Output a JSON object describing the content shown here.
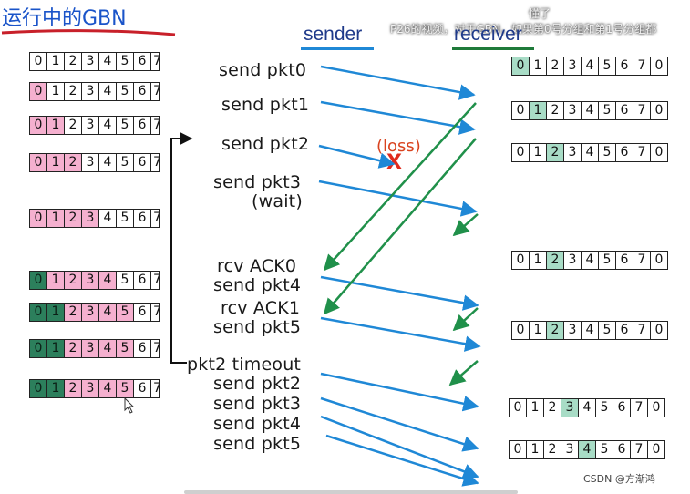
{
  "title": "运行中的GBN",
  "overlay_lines": [
    "懂了",
    "P26的视频，对于GBN，如果第0号分组和第1号分组都"
  ],
  "watermark": "CSDN @方渐鸿",
  "sender_header": "sender",
  "receiver_header": "receiver",
  "sender_labels": [
    "send pkt0",
    "send pkt1",
    "send pkt2",
    "send pkt3",
    "(wait)",
    "rcv ACK0",
    "send pkt4",
    "rcv ACK1",
    "send pkt5",
    "pkt2 timeout",
    "send pkt2",
    "send pkt3",
    "send pkt4",
    "send pkt5"
  ],
  "loss_label": "(loss)",
  "loss_mark": "X",
  "colors": {
    "title": "#1a54c9",
    "header_line_sender": "#1f88d6",
    "header_line_receiver": "#1f7a3a",
    "data_arrow": "#1f88d6",
    "ack_arrow": "#20904a",
    "annotation_red": "#c8202a",
    "loss": "#d9431f",
    "pink": "#f5b0cf",
    "dark_green": "#2c7f5c",
    "light_green": "#a8dcc6"
  },
  "sender_windows": [
    {
      "cells": [
        "0",
        "1",
        "2",
        "3",
        "4",
        "5",
        "6",
        "7"
      ],
      "states": [
        "w",
        "w",
        "w",
        "w",
        "w",
        "w",
        "w",
        "w"
      ]
    },
    {
      "cells": [
        "0",
        "1",
        "2",
        "3",
        "4",
        "5",
        "6",
        "7"
      ],
      "states": [
        "p",
        "w",
        "w",
        "w",
        "w",
        "w",
        "w",
        "w"
      ]
    },
    {
      "cells": [
        "0",
        "1",
        "2",
        "3",
        "4",
        "5",
        "6",
        "7"
      ],
      "states": [
        "p",
        "p",
        "w",
        "w",
        "w",
        "w",
        "w",
        "w"
      ]
    },
    {
      "cells": [
        "0",
        "1",
        "2",
        "3",
        "4",
        "5",
        "6",
        "7"
      ],
      "states": [
        "p",
        "p",
        "p",
        "w",
        "w",
        "w",
        "w",
        "w"
      ]
    },
    {
      "cells": [
        "0",
        "1",
        "2",
        "3",
        "4",
        "5",
        "6",
        "7"
      ],
      "states": [
        "p",
        "p",
        "p",
        "p",
        "w",
        "w",
        "w",
        "w"
      ]
    },
    {
      "cells": [
        "0",
        "1",
        "2",
        "3",
        "4",
        "5",
        "6",
        "7"
      ],
      "states": [
        "d",
        "p",
        "p",
        "p",
        "p",
        "w",
        "w",
        "w"
      ]
    },
    {
      "cells": [
        "0",
        "1",
        "2",
        "3",
        "4",
        "5",
        "6",
        "7"
      ],
      "states": [
        "d",
        "d",
        "p",
        "p",
        "p",
        "p",
        "w",
        "w"
      ]
    },
    {
      "cells": [
        "0",
        "1",
        "2",
        "3",
        "4",
        "5",
        "6",
        "7"
      ],
      "states": [
        "d",
        "d",
        "p",
        "p",
        "p",
        "p",
        "w",
        "w"
      ]
    },
    {
      "cells": [
        "0",
        "1",
        "2",
        "3",
        "4",
        "5",
        "6",
        "7"
      ],
      "states": [
        "d",
        "d",
        "p",
        "p",
        "p",
        "p",
        "w",
        "w"
      ]
    }
  ],
  "receiver_windows": [
    {
      "cells": [
        "0",
        "1",
        "2",
        "3",
        "4",
        "5",
        "6",
        "7",
        "0"
      ],
      "states": [
        "l",
        "w",
        "w",
        "w",
        "w",
        "w",
        "w",
        "w",
        "w"
      ]
    },
    {
      "cells": [
        "0",
        "1",
        "2",
        "3",
        "4",
        "5",
        "6",
        "7",
        "0"
      ],
      "states": [
        "w",
        "l",
        "w",
        "w",
        "w",
        "w",
        "w",
        "w",
        "w"
      ]
    },
    {
      "cells": [
        "0",
        "1",
        "2",
        "3",
        "4",
        "5",
        "6",
        "7",
        "0"
      ],
      "states": [
        "w",
        "w",
        "l",
        "w",
        "w",
        "w",
        "w",
        "w",
        "w"
      ]
    },
    {
      "cells": [
        "0",
        "1",
        "2",
        "3",
        "4",
        "5",
        "6",
        "7",
        "0"
      ],
      "states": [
        "w",
        "w",
        "l",
        "w",
        "w",
        "w",
        "w",
        "w",
        "w"
      ]
    },
    {
      "cells": [
        "0",
        "1",
        "2",
        "3",
        "4",
        "5",
        "6",
        "7",
        "0"
      ],
      "states": [
        "w",
        "w",
        "l",
        "w",
        "w",
        "w",
        "w",
        "w",
        "w"
      ]
    },
    {
      "cells": [
        "0",
        "1",
        "2",
        "3",
        "4",
        "5",
        "6",
        "7",
        "0"
      ],
      "states": [
        "w",
        "w",
        "w",
        "l",
        "w",
        "w",
        "w",
        "w",
        "w"
      ]
    },
    {
      "cells": [
        "0",
        "1",
        "2",
        "3",
        "4",
        "5",
        "6",
        "7",
        "0"
      ],
      "states": [
        "w",
        "w",
        "w",
        "w",
        "l",
        "w",
        "w",
        "w",
        "w"
      ]
    }
  ]
}
